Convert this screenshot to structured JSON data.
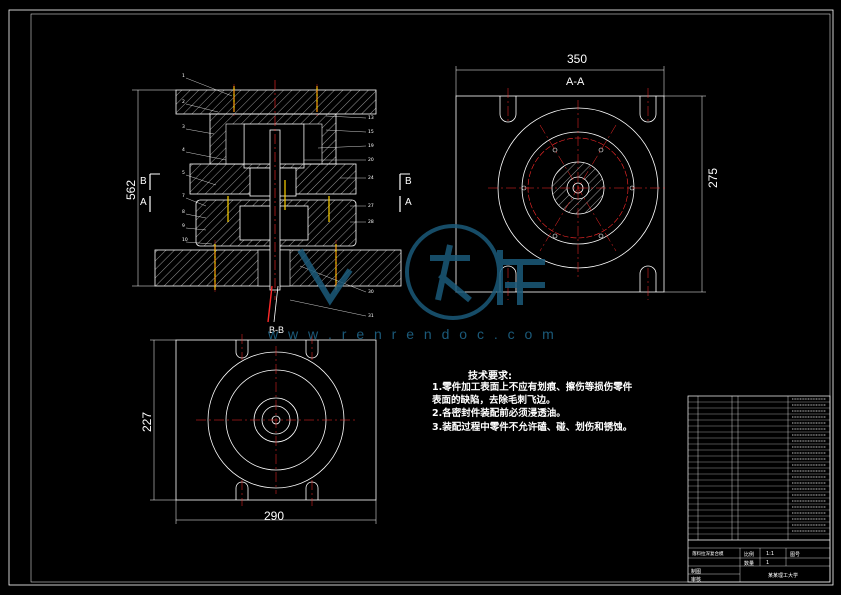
{
  "dimensions": {
    "top_view_width": "350",
    "top_view_height": "275",
    "front_height": "562",
    "bottom_width": "290",
    "bottom_height": "227"
  },
  "section_labels": {
    "top_view": "A-A",
    "bottom_view": "B-B",
    "cut_b": "B",
    "cut_a": "A"
  },
  "tech_requirements": {
    "title": "技术要求:",
    "items": [
      "1.零件加工表面上不应有划痕、擦伤等损伤零件",
      "表面的缺陷，去除毛刺飞边。",
      "2.各密封件装配前必须浸透油。",
      "3.装配过程中零件不允许磕、碰、划伤和锈蚀。"
    ]
  },
  "title_block": {
    "drawing_name": "落料拉深复合模",
    "scale_label": "比例",
    "scale_value": "1:1",
    "qty_label": "数量",
    "qty_value": "1",
    "sheet_label": "图号",
    "designer_label": "制图",
    "checker_label": "审核",
    "school": "某某理工大学"
  },
  "watermark": {
    "text": "w w w . r e n r e n d o c . c o m"
  }
}
